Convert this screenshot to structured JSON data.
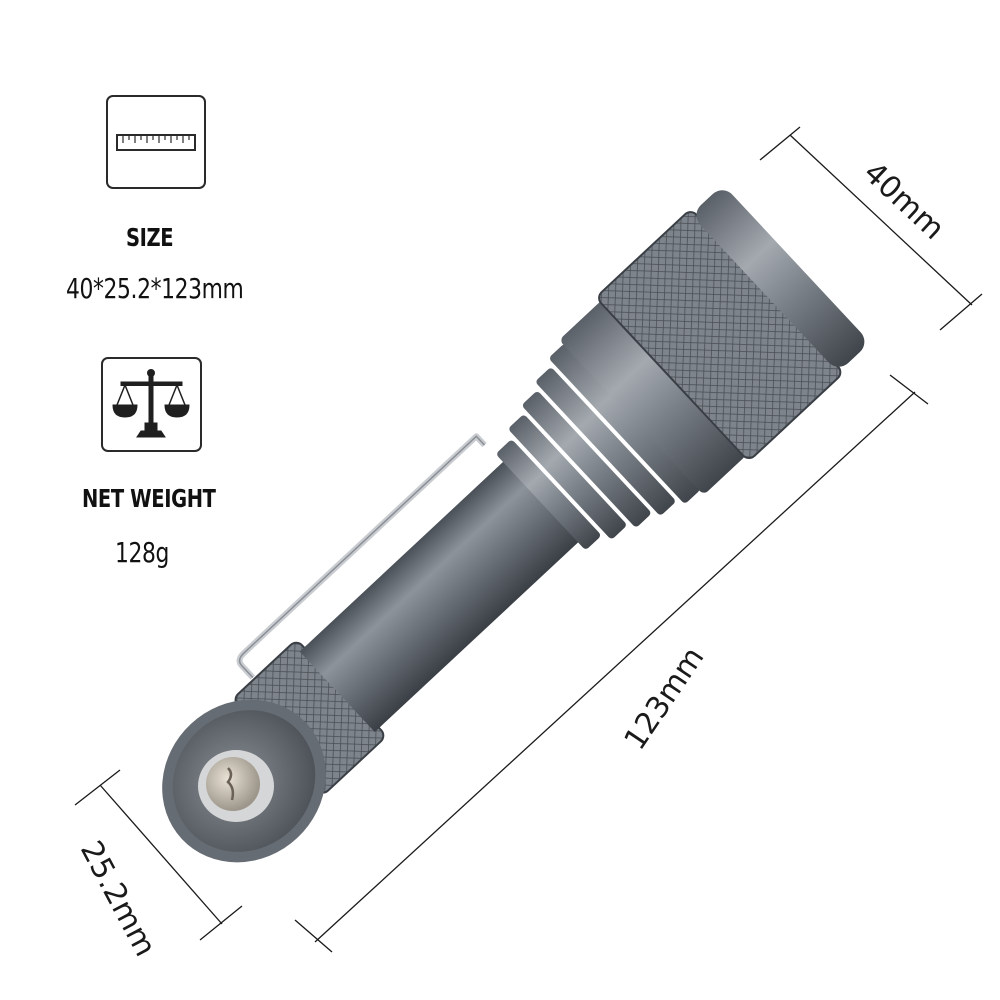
{
  "specs": {
    "size": {
      "icon": "ruler-icon",
      "title": "SIZE",
      "value": "40*25.2*123mm"
    },
    "weight": {
      "icon": "balance-scale-icon",
      "title": "NET WEIGHT",
      "value": "128g"
    }
  },
  "dimensions": {
    "head_diameter": "40mm",
    "length": "123mm",
    "tail_diameter": "25.2mm"
  },
  "colors": {
    "body": "#6b7178",
    "body_dark": "#3c4147",
    "body_light": "#9aa0a7",
    "line": "#1a1a1a"
  }
}
